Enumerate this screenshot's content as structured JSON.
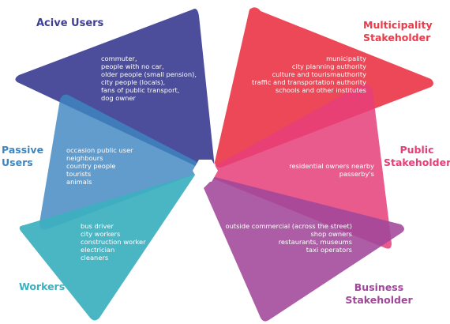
{
  "groups": {
    "active_users": {
      "title": "Acive Users",
      "color": "#3d3f94",
      "items": [
        "commuter,",
        "people with no car,",
        "older people (small pension),",
        "city people (locals),",
        "fans of public transport,",
        "dog owner"
      ]
    },
    "municipality": {
      "title_lines": [
        "Multicipality",
        "Stakeholder"
      ],
      "color": "#ec3a4a",
      "items": [
        "municipality",
        "city planning authority",
        "culture and tourismauthority",
        "traffic and transportation authority",
        "schools and other institutes"
      ]
    },
    "passive_users": {
      "title_lines": [
        "Passive",
        "Users"
      ],
      "color": "#3f86c1",
      "items": [
        "occasion public user",
        "neighbours",
        "country people",
        "tourists",
        "animals"
      ]
    },
    "public": {
      "title_lines": [
        "Public",
        "Stakeholder"
      ],
      "color": "#e63e79",
      "items": [
        "residential owners nearby",
        "passerby's"
      ]
    },
    "workers": {
      "title": "Workers",
      "color": "#3bb0bf",
      "items": [
        "bus driver",
        "city workers",
        "construction worker",
        "electrician",
        "cleaners"
      ]
    },
    "business": {
      "title_lines": [
        "Business",
        "Stakeholder"
      ],
      "color": "#a04799",
      "items": [
        "outside commercial (across the street)",
        "shop owners",
        "restaurants, museums",
        "taxi operators"
      ]
    }
  }
}
